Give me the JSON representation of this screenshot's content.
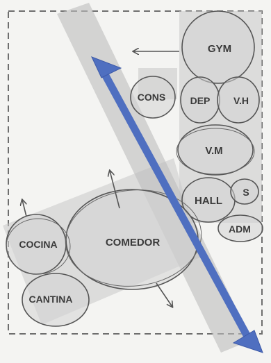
{
  "diagram": {
    "nodes": [
      {
        "id": "gym",
        "label": "GYM"
      },
      {
        "id": "cons",
        "label": "CONS"
      },
      {
        "id": "dep",
        "label": "DEP"
      },
      {
        "id": "vh",
        "label": "V.H"
      },
      {
        "id": "vm",
        "label": "V.M"
      },
      {
        "id": "hall",
        "label": "HALL"
      },
      {
        "id": "s",
        "label": "S"
      },
      {
        "id": "adm",
        "label": "ADM"
      },
      {
        "id": "cocina",
        "label": "COCINA"
      },
      {
        "id": "comedor",
        "label": "COMEDOR"
      },
      {
        "id": "cantina",
        "label": "CANTINA"
      }
    ]
  },
  "colors": {
    "paper": "#f4f4f2",
    "zone_fill": "#c9c9c9",
    "bubble_fill": "#d3d3d3",
    "pencil": "#555555",
    "dashed_border": "#6e6e6e",
    "axis_arrow": "#4f6fc0"
  }
}
